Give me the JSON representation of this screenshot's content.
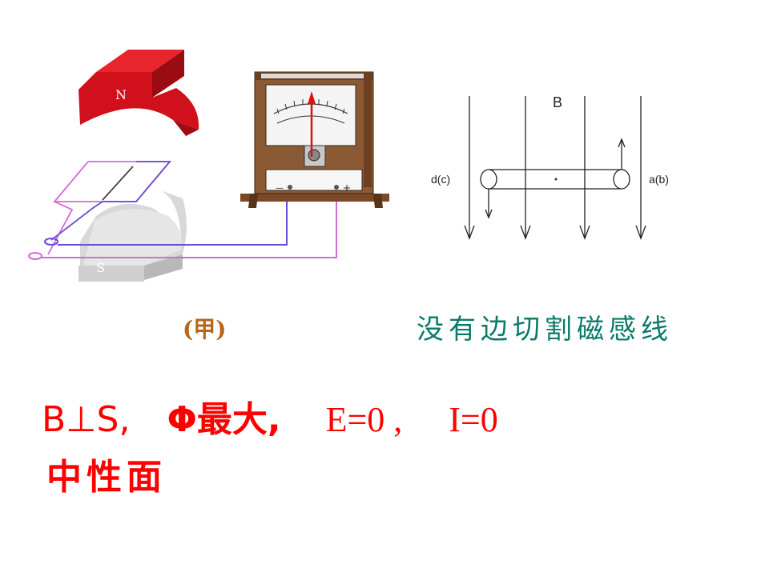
{
  "figure_left": {
    "magnet_north_label": "N",
    "magnet_south_label": "S",
    "meter_minus": "—",
    "meter_plus": "+",
    "caption": "(甲)"
  },
  "figure_right": {
    "field_label": "B",
    "left_end_label": "d(c)",
    "right_end_label": "a(b)"
  },
  "note": "没有边切割磁感线",
  "formula": {
    "b_perp_s": "B⊥S,",
    "phi_max": "Φ最大,",
    "emf": "E=0 ,",
    "current": "I=0"
  },
  "conclusion": "中性面",
  "colors": {
    "magnet_red": "#d0101a",
    "text_red": "#ff0000",
    "teal": "#0a7a6a",
    "caption_brown": "#b8651a",
    "wood": "#7a4a28"
  }
}
